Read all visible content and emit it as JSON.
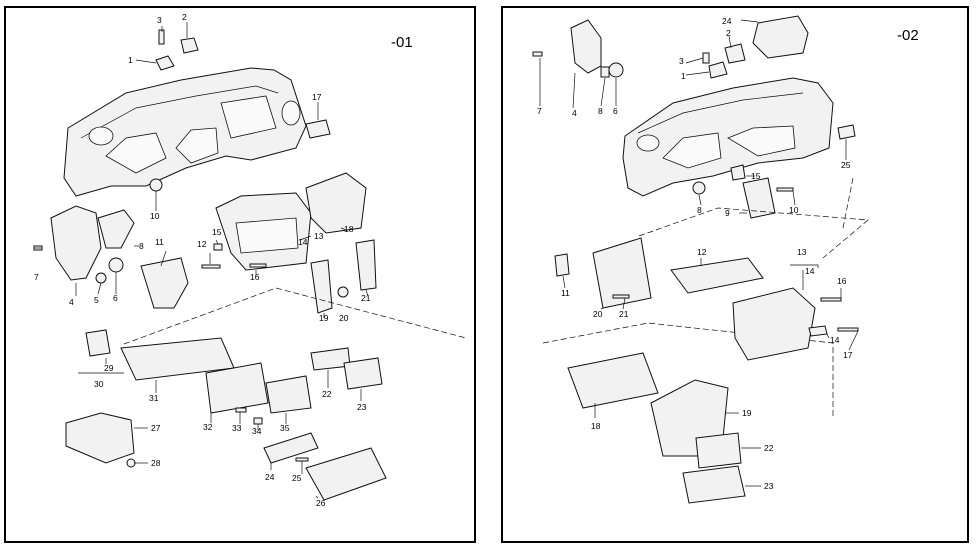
{
  "left": {
    "tag": "-01",
    "labels": [
      "1",
      "2",
      "3",
      "4",
      "5",
      "6",
      "7",
      "8",
      "10",
      "11",
      "12",
      "13",
      "14",
      "15",
      "16",
      "17",
      "18",
      "19",
      "20",
      "21",
      "22",
      "23",
      "24",
      "25",
      "26",
      "27",
      "28",
      "29",
      "30",
      "31",
      "32",
      "33",
      "34",
      "35"
    ]
  },
  "right": {
    "tag": "-02",
    "labels": [
      "1",
      "2",
      "3",
      "4",
      "6",
      "7",
      "8",
      "8",
      "9",
      "10",
      "11",
      "12",
      "13",
      "14",
      "14",
      "15",
      "16",
      "17",
      "18",
      "19",
      "20",
      "21",
      "22",
      "23",
      "24",
      "25"
    ]
  }
}
